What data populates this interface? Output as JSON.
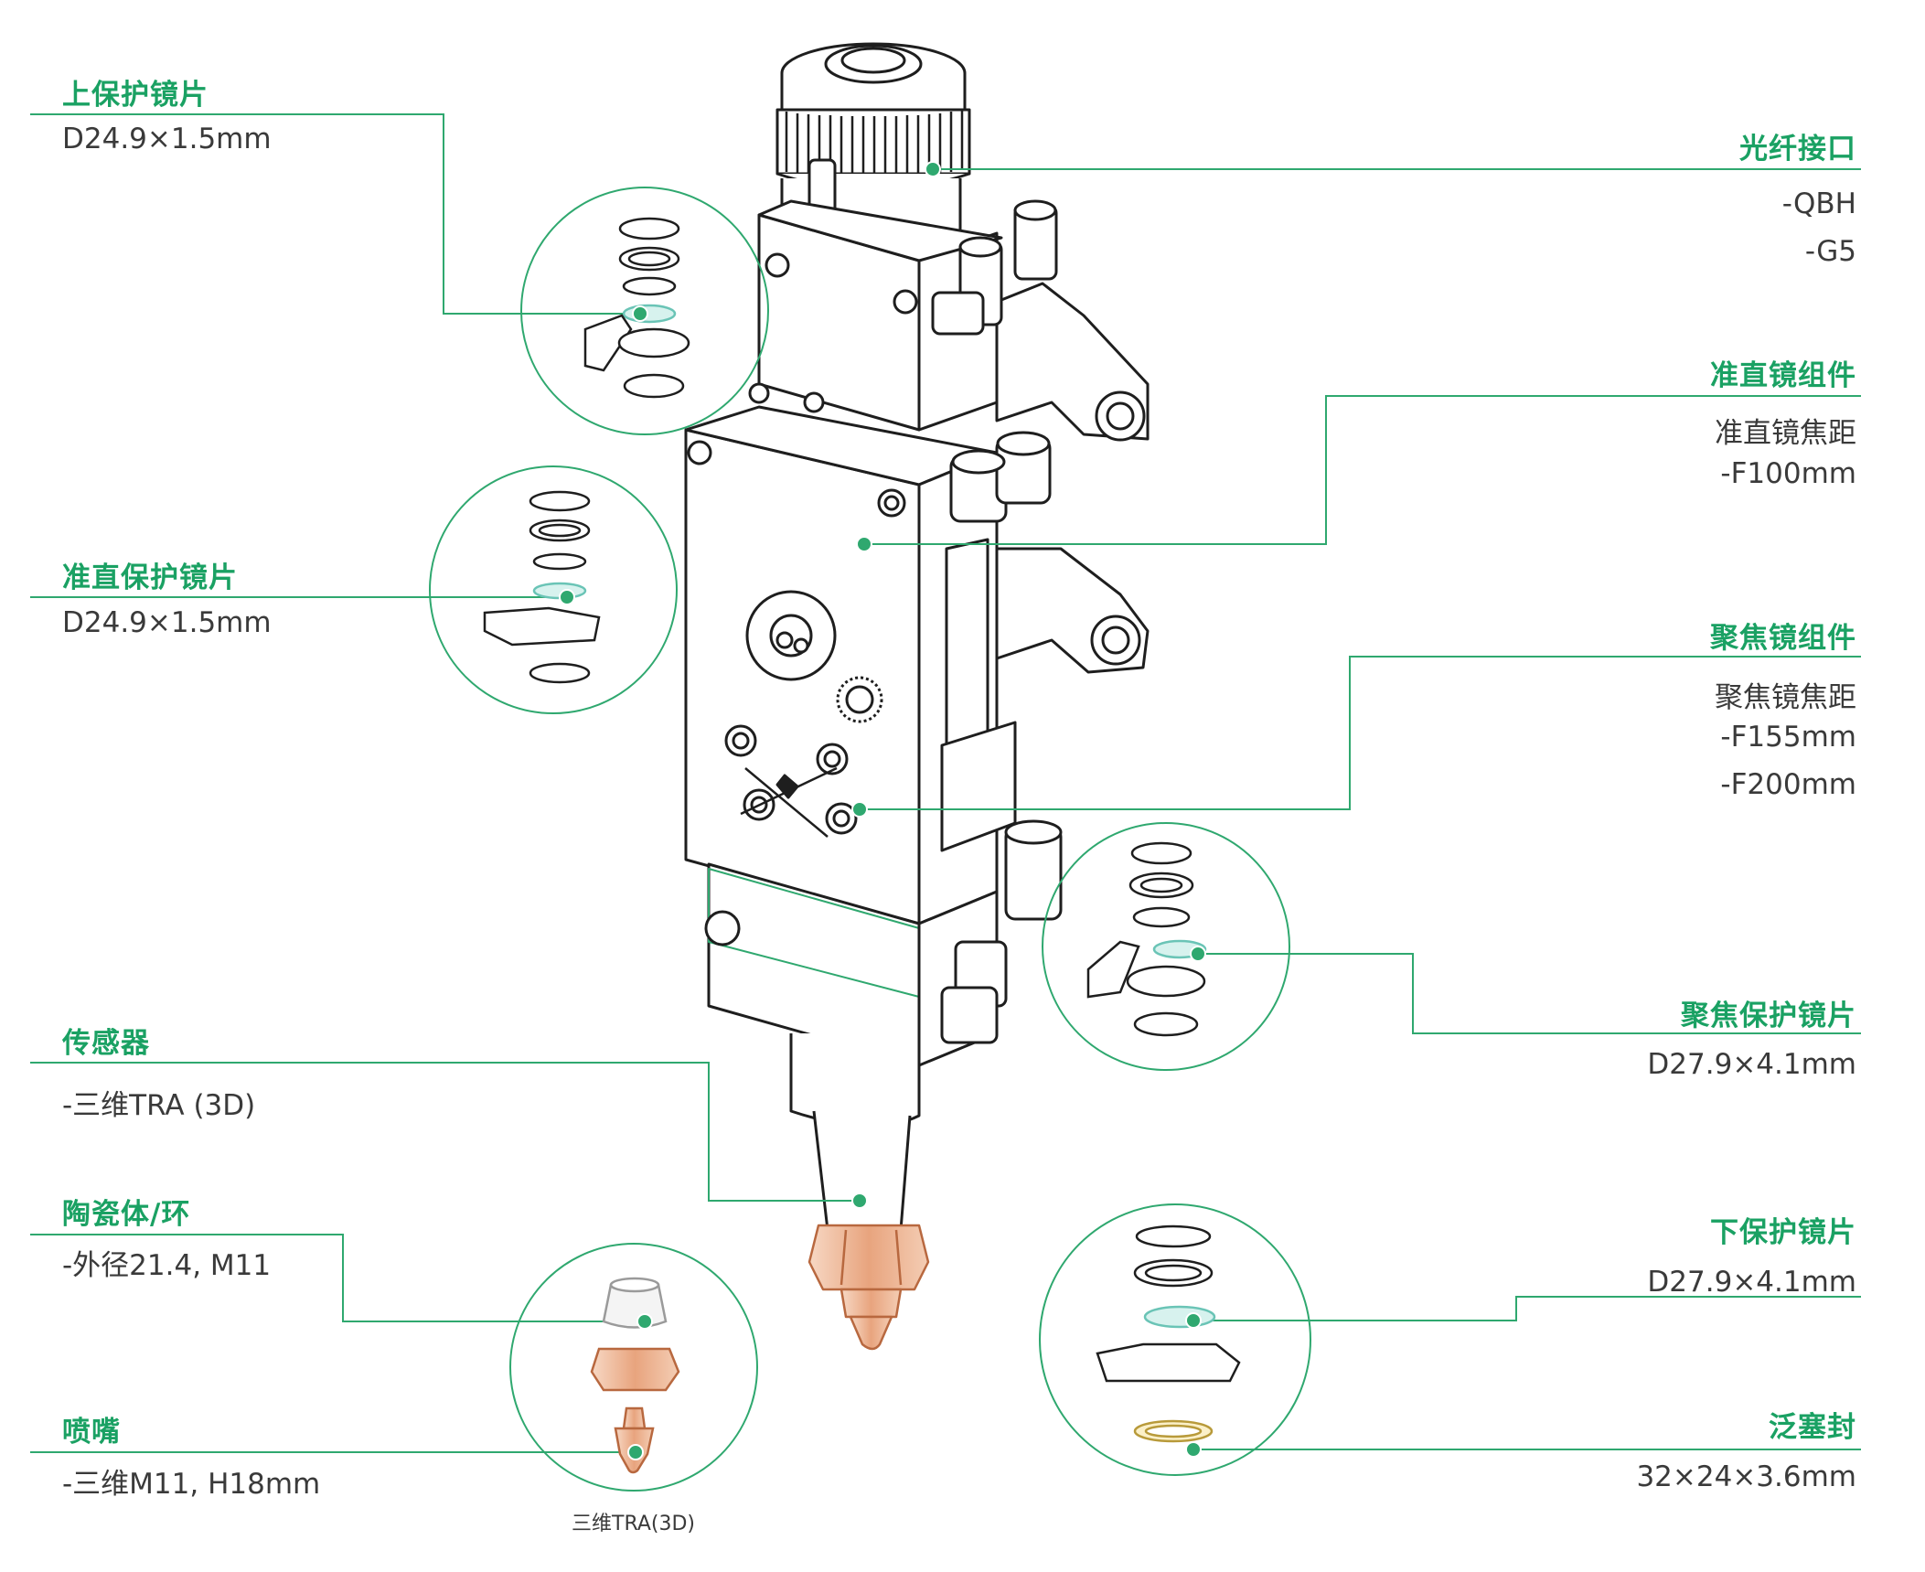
{
  "colors": {
    "accent": "#1aa163",
    "line": "#2fa86f",
    "text": "#3a3a3a",
    "copper": "#d0805a"
  },
  "labels": {
    "upper_protective_lens": {
      "title": "上保护镜片",
      "spec": "D24.9×1.5mm"
    },
    "collimating_protective_lens": {
      "title": "准直保护镜片",
      "spec": "D24.9×1.5mm"
    },
    "sensor": {
      "title": "传感器",
      "spec": "-三维TRA (3D)"
    },
    "ceramic_body": {
      "title": "陶瓷体/环",
      "spec": "-外径21.4, M11"
    },
    "nozzle": {
      "title": "喷嘴",
      "spec": "-三维M11, H18mm"
    },
    "fiber_interface": {
      "title": "光纤接口",
      "specs": [
        "-QBH",
        "-G5"
      ]
    },
    "collimating_assembly": {
      "title": "准直镜组件",
      "specs": [
        "准直镜焦距",
        "-F100mm"
      ]
    },
    "focusing_assembly": {
      "title": "聚焦镜组件",
      "specs": [
        "聚焦镜焦距",
        "-F155mm",
        "-F200mm"
      ]
    },
    "focusing_protective_lens": {
      "title": "聚焦保护镜片",
      "spec": "D27.9×4.1mm"
    },
    "lower_protective_lens": {
      "title": "下保护镜片",
      "spec": "D27.9×4.1mm"
    },
    "bellows_seal": {
      "title": "泛塞封",
      "spec": "32×24×3.6mm"
    }
  },
  "ceramic_caption": "三维TRA(3D)",
  "icons": [
    "laser-head-drawing",
    "lens-drawer-icon",
    "ceramic-ring-icon",
    "nozzle-icon",
    "seal-ring-icon"
  ]
}
